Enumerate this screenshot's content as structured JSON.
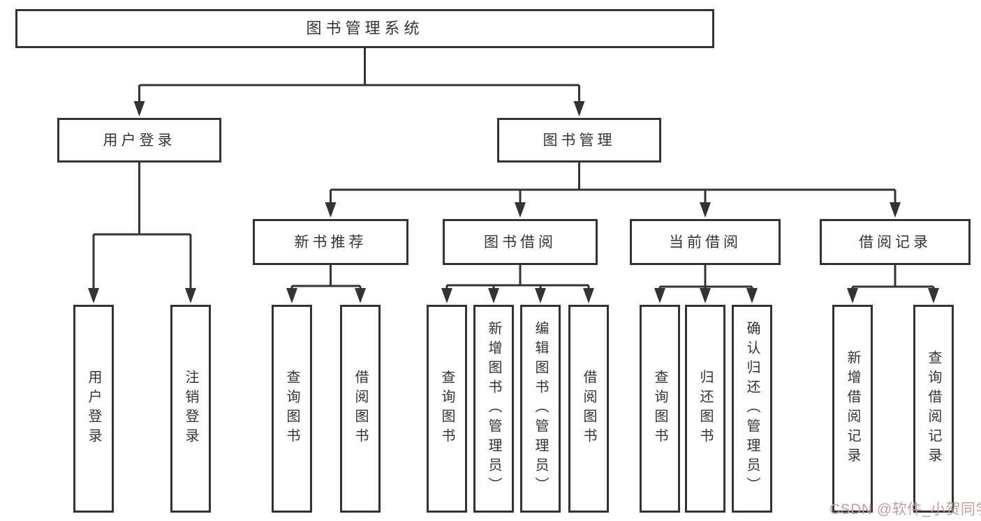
{
  "tree": {
    "label": "图书管理系统",
    "children": [
      {
        "label": "用户登录",
        "children": [
          {
            "label": "用户登录"
          },
          {
            "label": "注销登录"
          }
        ]
      },
      {
        "label": "图书管理",
        "children": [
          {
            "label": "新书推荐",
            "children": [
              {
                "label": "查询图书"
              },
              {
                "label": "借阅图书"
              }
            ]
          },
          {
            "label": "图书借阅",
            "children": [
              {
                "label": "查询图书"
              },
              {
                "label": "新增图书（管理员）"
              },
              {
                "label": "编辑图书（管理员）"
              },
              {
                "label": "借阅图书"
              }
            ]
          },
          {
            "label": "当前借阅",
            "children": [
              {
                "label": "查询图书"
              },
              {
                "label": "归还图书"
              },
              {
                "label": "确认归还（管理员）"
              }
            ]
          },
          {
            "label": "借阅记录",
            "children": [
              {
                "label": "新增借阅记录"
              },
              {
                "label": "查询借阅记录"
              }
            ]
          }
        ]
      }
    ]
  },
  "watermark": {
    "text": "CSDN @软件_小贺同学"
  },
  "colors": {
    "line": "#333333",
    "box_border": "#333333",
    "box_fill": "#ffffff",
    "text": "#333333",
    "watermark": "#bf9e9e",
    "background": "#ffffff"
  }
}
